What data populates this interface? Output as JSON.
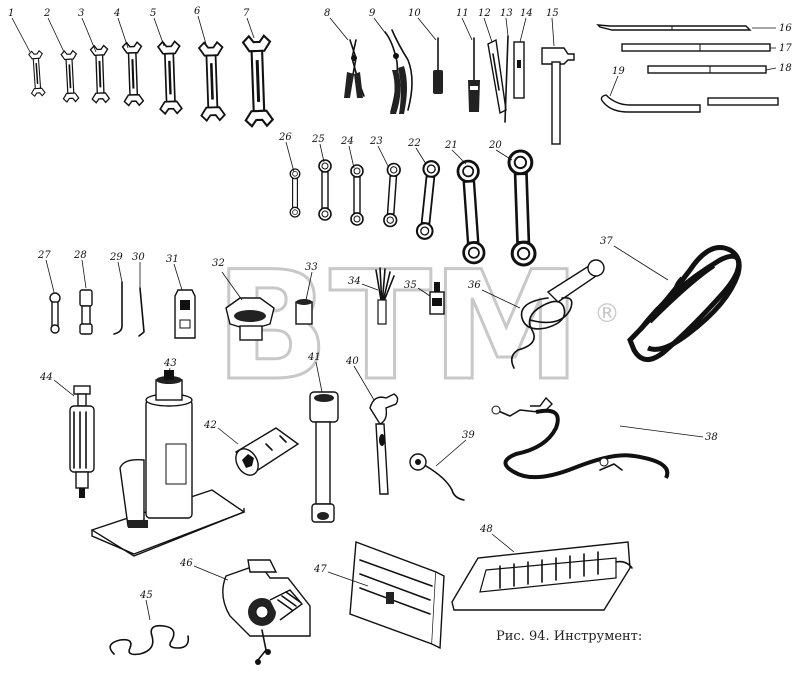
{
  "caption": "Рис. 94. Инструмент:",
  "watermark": {
    "text": "BTM",
    "mark": "®"
  },
  "items": [
    {
      "n": "1",
      "kind": "open-end-wrench"
    },
    {
      "n": "2",
      "kind": "open-end-wrench"
    },
    {
      "n": "3",
      "kind": "open-end-wrench"
    },
    {
      "n": "4",
      "kind": "open-end-wrench"
    },
    {
      "n": "5",
      "kind": "open-end-wrench"
    },
    {
      "n": "6",
      "kind": "open-end-wrench"
    },
    {
      "n": "7",
      "kind": "open-end-wrench"
    },
    {
      "n": "8",
      "kind": "pliers"
    },
    {
      "n": "9",
      "kind": "pliers"
    },
    {
      "n": "10",
      "kind": "screwdriver"
    },
    {
      "n": "11",
      "kind": "screwdriver"
    },
    {
      "n": "12",
      "kind": "file"
    },
    {
      "n": "13",
      "kind": "pin"
    },
    {
      "n": "14",
      "kind": "chisel"
    },
    {
      "n": "15",
      "kind": "hammer"
    },
    {
      "n": "16",
      "kind": "rod"
    },
    {
      "n": "17",
      "kind": "rod"
    },
    {
      "n": "18",
      "kind": "rod"
    },
    {
      "n": "19",
      "kind": "pry-bar"
    },
    {
      "n": "20",
      "kind": "ring-wrench"
    },
    {
      "n": "21",
      "kind": "ring-wrench"
    },
    {
      "n": "22",
      "kind": "ring-wrench"
    },
    {
      "n": "23",
      "kind": "ring-wrench"
    },
    {
      "n": "24",
      "kind": "ring-wrench"
    },
    {
      "n": "25",
      "kind": "ring-wrench"
    },
    {
      "n": "26",
      "kind": "ring-wrench"
    },
    {
      "n": "27",
      "kind": "socket-wrench"
    },
    {
      "n": "28",
      "kind": "socket-wrench"
    },
    {
      "n": "29",
      "kind": "hex-key"
    },
    {
      "n": "30",
      "kind": "hex-key"
    },
    {
      "n": "31",
      "kind": "box-socket"
    },
    {
      "n": "32",
      "kind": "cap-wrench"
    },
    {
      "n": "33",
      "kind": "socket"
    },
    {
      "n": "34",
      "kind": "feeler-gauge"
    },
    {
      "n": "35",
      "kind": "oil-can"
    },
    {
      "n": "36",
      "kind": "lamp-cable"
    },
    {
      "n": "37",
      "kind": "hose"
    },
    {
      "n": "38",
      "kind": "tire-hose"
    },
    {
      "n": "39",
      "kind": "gauge"
    },
    {
      "n": "40",
      "kind": "adjustable-wrench"
    },
    {
      "n": "41",
      "kind": "wheel-wrench"
    },
    {
      "n": "42",
      "kind": "spark-plug-socket"
    },
    {
      "n": "43",
      "kind": "hydraulic-jack"
    },
    {
      "n": "44",
      "kind": "grease-gun"
    },
    {
      "n": "45",
      "kind": "wire"
    },
    {
      "n": "46",
      "kind": "pump"
    },
    {
      "n": "47",
      "kind": "tool-bag"
    },
    {
      "n": "48",
      "kind": "tool-roll"
    }
  ]
}
